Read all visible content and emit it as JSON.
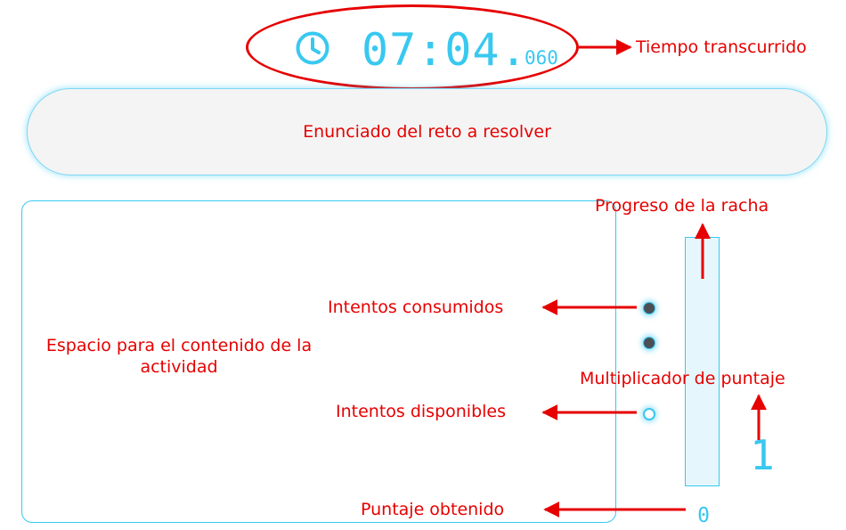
{
  "timer": {
    "main": "07:04.",
    "ms": "060",
    "icon": "clock-icon"
  },
  "statement": {
    "text": "Enunciado del reto a resolver"
  },
  "activity": {
    "text": "Espacio para el contenido de la actividad"
  },
  "attempts": {
    "consumed": 2,
    "available": 1
  },
  "streak": {
    "progress_fraction": 0
  },
  "multiplier": "1",
  "score": "0",
  "annotations": {
    "elapsed_time": "Tiempo transcurrido",
    "streak_progress": "Progreso de la racha",
    "attempts_consumed": "Intentos consumidos",
    "attempts_available": "Intentos disponibles",
    "score_multiplier": "Multiplicador de puntaje",
    "score_obtained": "Puntaje obtenido"
  },
  "colors": {
    "accent": "#38c8f0",
    "annotation": "#e60000",
    "attempt_used": "#4a4f55",
    "statement_bg": "#f4f4f4"
  }
}
